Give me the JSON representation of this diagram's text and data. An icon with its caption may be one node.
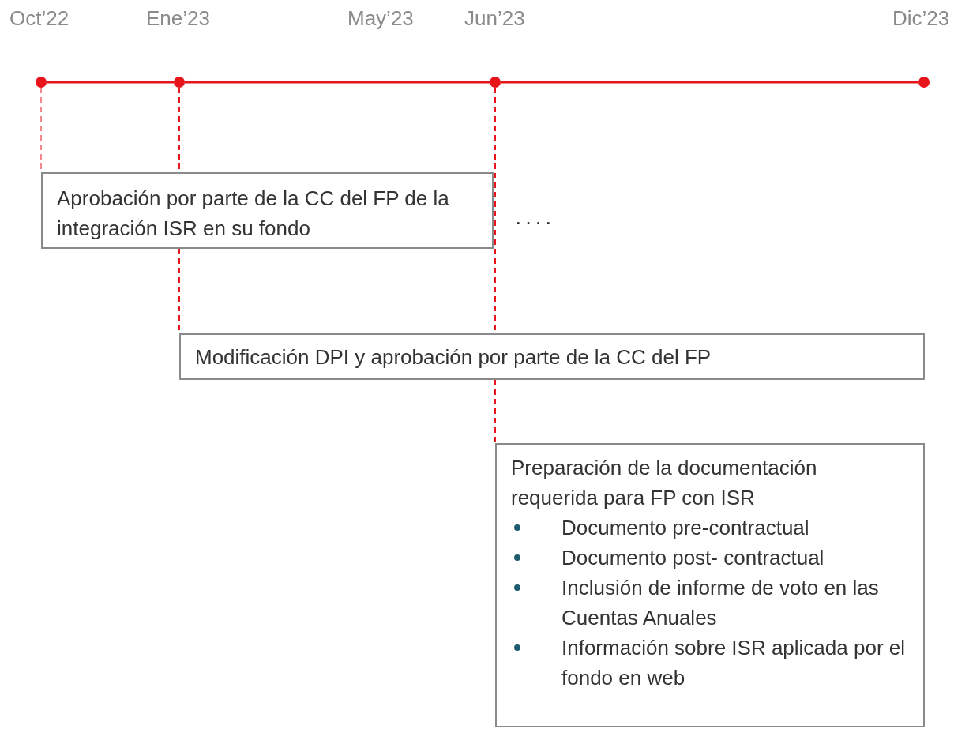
{
  "diagram": {
    "nodes": [
      {
        "text": [],
        "shape": "circle",
        "beside": [
          "Oct’22"
        ]
      },
      {
        "text": [],
        "shape": "circle",
        "beside": [
          "Ene’23"
        ]
      },
      {
        "text": [],
        "shape": "circle",
        "beside": [
          "Jun’23"
        ]
      },
      {
        "text": [],
        "shape": "circle",
        "beside": [
          "Dic’23"
        ]
      },
      {
        "text": [
          "Aprobación por parte de la CC del FP de la integración ISR en su fondo"
        ]
      },
      {
        "text": [
          "Modificación DPI y aprobación por parte de la CC del FP"
        ]
      },
      {
        "text": [
          "Preparación de la documentación requerida para FP con ISR",
          "Documento pre-contractual",
          "Documento post- contractual",
          "Inclusión de informe de voto en las Cuentas Anuales",
          "Información sobre ISR aplicada por el fondo en web"
        ]
      }
    ],
    "edges": [
      {
        "from": 0,
        "to": 1,
        "arrow": "none"
      },
      {
        "from": 1,
        "to": 2,
        "arrow": "none"
      },
      {
        "from": 2,
        "to": 3,
        "arrow": "none"
      },
      {
        "from": 0,
        "to": 4,
        "arrow": "none",
        "style": "dashed"
      },
      {
        "from": 1,
        "to": 4,
        "arrow": "none",
        "style": "dashed"
      },
      {
        "from": 4,
        "to": 5,
        "arrow": "none",
        "style": "dashed"
      },
      {
        "from": 2,
        "to": 5,
        "arrow": "none",
        "style": "dashed"
      },
      {
        "from": 5,
        "to": 6,
        "arrow": "none",
        "style": "dashed"
      }
    ],
    "labels": [
      "May’23",
      "····"
    ]
  }
}
